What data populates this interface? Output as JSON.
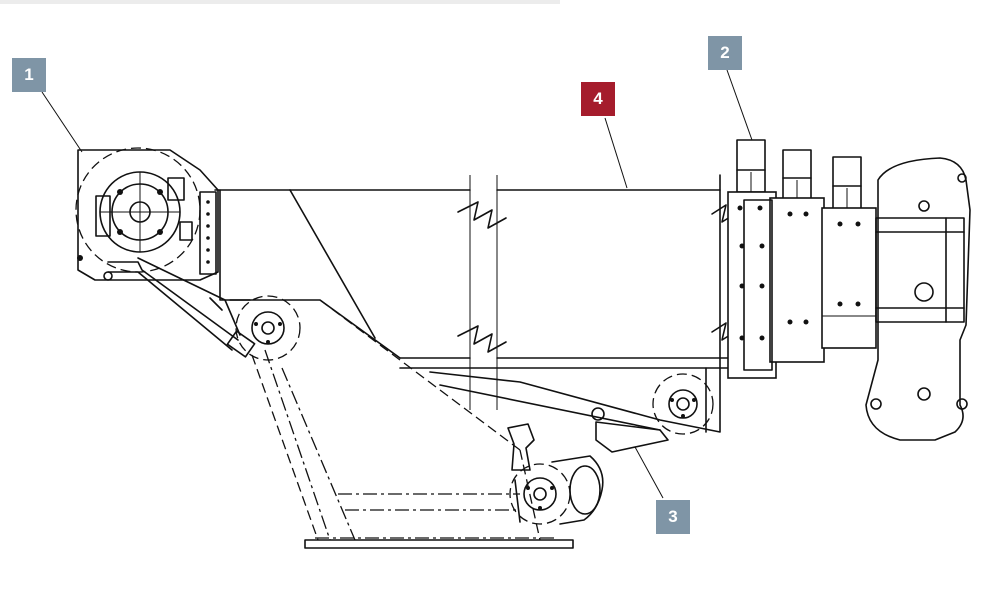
{
  "callouts": [
    {
      "id": "1",
      "label": "1",
      "color": "#7f95a6"
    },
    {
      "id": "2",
      "label": "2",
      "color": "#7f95a6"
    },
    {
      "id": "3",
      "label": "3",
      "color": "#7f95a6"
    },
    {
      "id": "4",
      "label": "4",
      "color": "#a51c2c"
    }
  ],
  "colors": {
    "callout_default": "#7f95a6",
    "callout_highlight": "#a51c2c",
    "line": "#111111",
    "background": "#ffffff"
  }
}
